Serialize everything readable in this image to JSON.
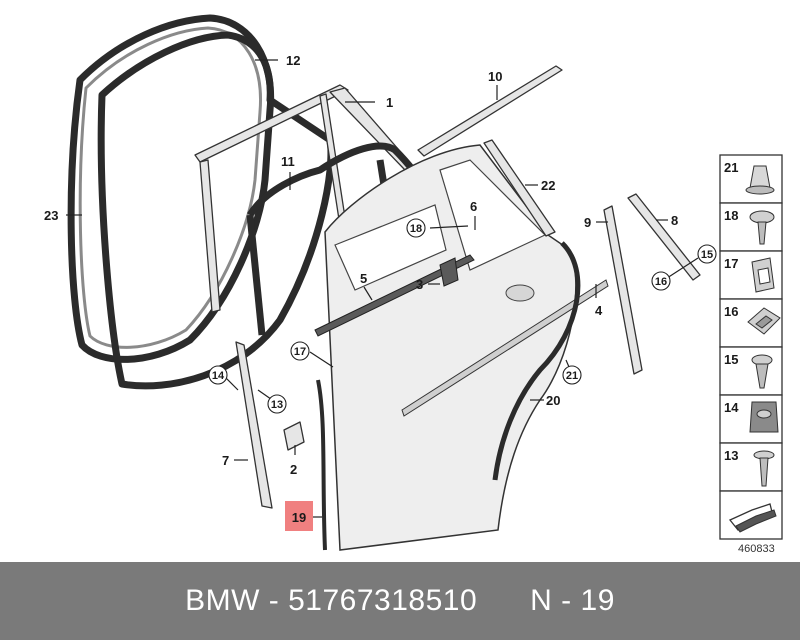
{
  "callouts": [
    {
      "id": "c12",
      "text": "12"
    },
    {
      "id": "c1",
      "text": "1"
    },
    {
      "id": "c10",
      "text": "10"
    },
    {
      "id": "c11",
      "text": "11"
    },
    {
      "id": "c23",
      "text": "23"
    },
    {
      "id": "c22",
      "text": "22"
    },
    {
      "id": "c6",
      "text": "6"
    },
    {
      "id": "c18",
      "text": "18"
    },
    {
      "id": "c9",
      "text": "9"
    },
    {
      "id": "c8",
      "text": "8"
    },
    {
      "id": "c15",
      "text": "15"
    },
    {
      "id": "c16",
      "text": "16"
    },
    {
      "id": "c5",
      "text": "5"
    },
    {
      "id": "c3",
      "text": "3"
    },
    {
      "id": "c4",
      "text": "4"
    },
    {
      "id": "c17",
      "text": "17"
    },
    {
      "id": "c14",
      "text": "14"
    },
    {
      "id": "c13",
      "text": "13"
    },
    {
      "id": "c21",
      "text": "21"
    },
    {
      "id": "c20",
      "text": "20"
    },
    {
      "id": "c7",
      "text": "7"
    },
    {
      "id": "c2",
      "text": "2"
    },
    {
      "id": "c19",
      "text": "19"
    }
  ],
  "kit": [
    {
      "num": "21",
      "icon": "push-rivet-icon"
    },
    {
      "num": "18",
      "icon": "collar-screw-icon"
    },
    {
      "num": "17",
      "icon": "clip-nut-icon"
    },
    {
      "num": "16",
      "icon": "retaining-clip-icon"
    },
    {
      "num": "15",
      "icon": "hex-screw-icon"
    },
    {
      "num": "14",
      "icon": "expanding-nut-icon"
    },
    {
      "num": "13",
      "icon": "tapping-screw-icon"
    }
  ],
  "highlight": {
    "text": "19",
    "color": "#f08080"
  },
  "diagram_id": "460833",
  "footer": {
    "brand": "BMW",
    "sep1": "-",
    "part_number": "51767318510",
    "position_label": "N",
    "sep2": "-",
    "position": "19"
  },
  "colors": {
    "footer_bg": "#7a7a7a",
    "highlight": "#f08080"
  }
}
